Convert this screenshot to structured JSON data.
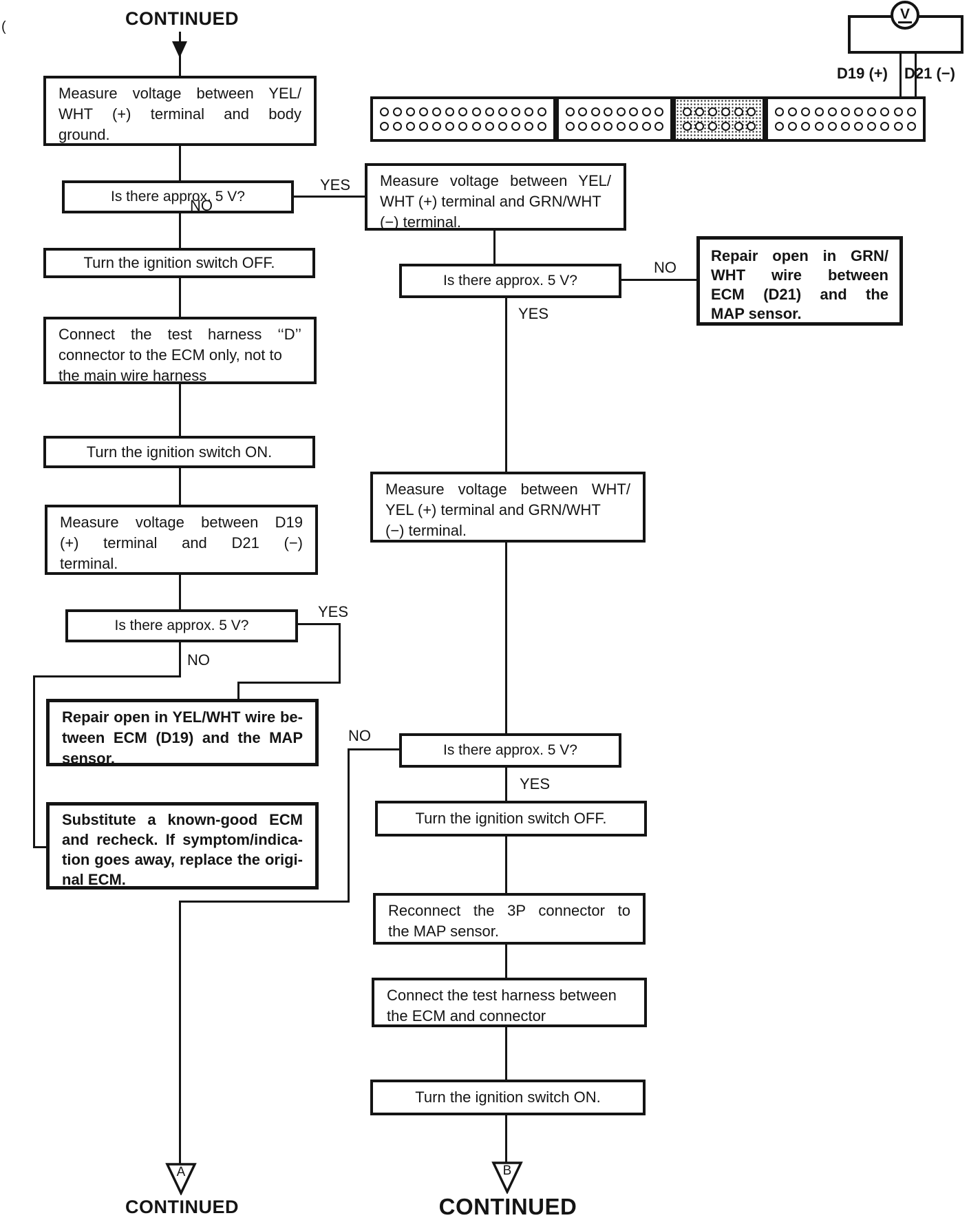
{
  "palette": {
    "ink": "#141414",
    "paper": "#ffffff"
  },
  "top": {
    "continued": "CONTINUED"
  },
  "meter": {
    "label": "V",
    "d19_label": "D19 (+)",
    "d21_label": "D21 (−)"
  },
  "connector": {
    "sections": [
      {
        "pins_per_row": 13,
        "rows": 2,
        "shaded": false
      },
      {
        "pins_per_row": 8,
        "rows": 2,
        "shaded": false
      },
      {
        "pins_per_row": 6,
        "rows": 2,
        "shaded": true
      },
      {
        "pins_per_row": 11,
        "rows": 2,
        "shaded": false
      }
    ]
  },
  "left": {
    "measure_body": {
      "lines": [
        "Measure voltage between YEL/",
        "WHT (+) terminal and body",
        "ground."
      ]
    },
    "q1": "Is there approx. 5 V?",
    "q1_yes": "YES",
    "q1_no": "NO",
    "ignition_off": "Turn the ignition switch OFF.",
    "test_harness_d": {
      "lines": [
        "Connect the test harness ‘‘D’’",
        "connector to the ECM only, not to",
        "the main wire harness"
      ]
    },
    "ignition_on": "Turn the ignition switch ON.",
    "measure_d19_d21": {
      "lines": [
        "Measure voltage between D19",
        "(+) terminal and D21 (−)",
        "terminal."
      ]
    },
    "q2": "Is there approx. 5 V?",
    "q2_yes": "YES",
    "q2_no": "NO",
    "repair_yel_wht": {
      "lines": [
        "Repair open in YEL/WHT wire be-",
        "tween ECM (D19) and the MAP",
        "sensor."
      ]
    },
    "substitute_ecm": {
      "lines": [
        "Substitute a known-good ECM",
        "and recheck. If symptom/indica-",
        "tion goes away, replace the origi-",
        "nal ECM."
      ]
    },
    "terminal_letter": "A",
    "continued": "CONTINUED"
  },
  "right": {
    "measure_yel_grn": {
      "lines": [
        "Measure voltage between YEL/",
        "WHT (+) terminal and GRN/WHT",
        "(−) terminal."
      ]
    },
    "q1": "Is there approx. 5 V?",
    "q1_no": "NO",
    "q1_yes": "YES",
    "repair_grn_wht": {
      "lines": [
        "Repair open in GRN/",
        "WHT wire between",
        "ECM (D21) and the",
        "MAP sensor."
      ]
    },
    "measure_wht_yel": {
      "lines": [
        "Measure voltage between WHT/",
        "YEL (+) terminal and GRN/WHT",
        "(−) terminal."
      ]
    },
    "q2": "Is there approx. 5 V?",
    "q2_no": "NO",
    "q2_yes": "YES",
    "ignition_off": "Turn the ignition switch OFF.",
    "reconnect_3p": {
      "lines": [
        "Reconnect the 3P connector to",
        "the MAP sensor."
      ]
    },
    "connect_harness": {
      "lines": [
        "Connect the test harness between",
        "the ECM and connector"
      ]
    },
    "ignition_on": "Turn the ignition switch ON.",
    "terminal_letter": "B",
    "continued": "CONTINUED"
  },
  "artifacts": {
    "stray_mark": "("
  }
}
